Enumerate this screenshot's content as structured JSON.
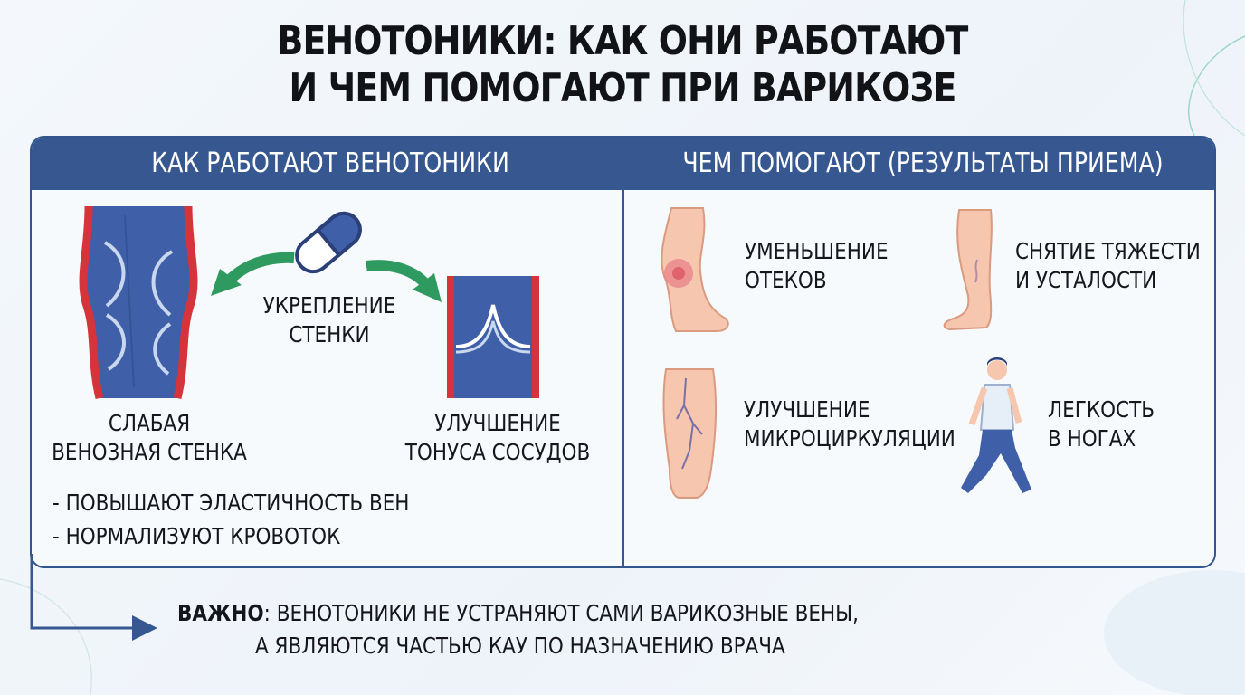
{
  "title": {
    "line1": "ВЕНОТОНИКИ: КАК ОНИ РАБОТАЮТ",
    "line2": "И ЧЕМ ПОМОГАЮТ ПРИ ВАРИКОЗЕ"
  },
  "left": {
    "header": "КАК РАБОТАЮТ ВЕНОТОНИКИ",
    "weak_wall": {
      "line1": "СЛАБАЯ",
      "line2": "ВЕНОЗНАЯ СТЕНКА"
    },
    "strengthen": {
      "line1": "УКРЕПЛЕНИЕ",
      "line2": "СТЕНКИ"
    },
    "tone": {
      "line1": "УЛУЧШЕНИЕ",
      "line2": "ТОНУСА СОСУДОВ"
    },
    "bullets": [
      "- ПОВЫШАЮТ ЭЛАСТИЧНОСТЬ ВЕН",
      "- НОРМАЛИЗУЮТ КРОВОТОК"
    ]
  },
  "right": {
    "header": "ЧЕМ ПОМОГАЮТ (РЕЗУЛЬТАТЫ ПРИЕМА)",
    "items": [
      {
        "line1": "УМЕНЬШЕНИЕ",
        "line2": "ОТЕКОВ",
        "icon": "swollen-foot-icon"
      },
      {
        "line1": "СНЯТИЕ ТЯЖЕСТИ",
        "line2": "И УСТАЛОСТИ",
        "icon": "leg-icon"
      },
      {
        "line1": "УЛУЧШЕНИЕ",
        "line2": "МИКРОЦИРКУЛЯЦИИ",
        "icon": "veined-calf-icon"
      },
      {
        "line1": "ЛЕГКОСТЬ",
        "line2": "В НОГАХ",
        "icon": "walking-person-icon"
      }
    ]
  },
  "note": {
    "bold": "ВАЖНО",
    "rest": ": ВЕНОТОНИКИ НЕ УСТРАНЯЮТ САМИ ВАРИКОЗНЫЕ ВЕНЫ,",
    "line2": "А ЯВЛЯЮТСЯ ЧАСТЬЮ КАУ ПО НАЗНАЧЕНИЮ ВРАЧА"
  },
  "colors": {
    "header_blue": "#36578f",
    "vein_blue": "#3f5fa8",
    "vein_red": "#d4343a",
    "arrow_green": "#2f9a5f",
    "skin": "#f6c7ae"
  }
}
